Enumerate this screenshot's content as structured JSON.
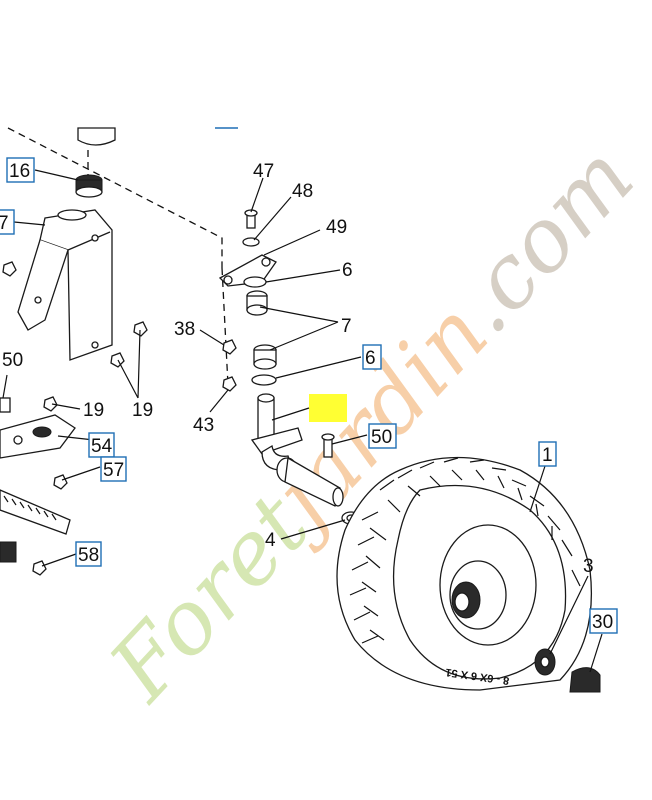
{
  "watermark": {
    "parts": [
      {
        "text": "Foret",
        "color": "#cfe3a6"
      },
      {
        "text": "jardin",
        "color": "#f6c79a"
      },
      {
        "text": ".com",
        "color": "#cfc7bc"
      }
    ]
  },
  "highlight_color": "#ffff33",
  "box_color": "#1f6fb5",
  "callouts": [
    {
      "id": "16",
      "text": "16",
      "boxed": true
    },
    {
      "id": "7a",
      "text": "7",
      "boxed": true
    },
    {
      "id": "50a",
      "text": "50",
      "boxed": false
    },
    {
      "id": "19a",
      "text": "19",
      "boxed": false
    },
    {
      "id": "19b",
      "text": "19",
      "boxed": false
    },
    {
      "id": "38",
      "text": "38",
      "boxed": false
    },
    {
      "id": "43",
      "text": "43",
      "boxed": false
    },
    {
      "id": "54",
      "text": "54",
      "boxed": true
    },
    {
      "id": "57",
      "text": "57",
      "boxed": true
    },
    {
      "id": "58",
      "text": "58",
      "boxed": true
    },
    {
      "id": "47",
      "text": "47",
      "boxed": false
    },
    {
      "id": "48",
      "text": "48",
      "boxed": false
    },
    {
      "id": "49",
      "text": "49",
      "boxed": false
    },
    {
      "id": "6a",
      "text": "6",
      "boxed": false
    },
    {
      "id": "7b",
      "text": "7",
      "boxed": false
    },
    {
      "id": "6b",
      "text": "6",
      "boxed": true
    },
    {
      "id": "50b",
      "text": "50",
      "boxed": true
    },
    {
      "id": "4",
      "text": "4",
      "boxed": false
    },
    {
      "id": "1",
      "text": "1",
      "boxed": true
    },
    {
      "id": "3",
      "text": "3",
      "boxed": false
    },
    {
      "id": "30",
      "text": "30",
      "boxed": true
    }
  ],
  "tire_sidewall_text": "8 - 6X 6 X 51"
}
